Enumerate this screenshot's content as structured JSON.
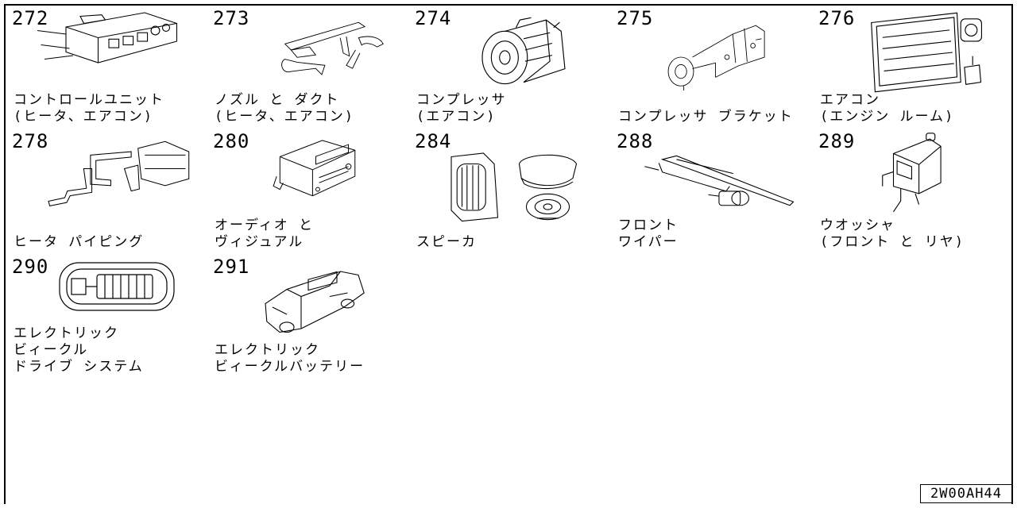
{
  "cells": [
    {
      "num": "272",
      "lines": [
        "コントロールユニット",
        "(ヒータ、エアコン)"
      ],
      "icon": "control-unit-icon"
    },
    {
      "num": "273",
      "lines": [
        "ノズル と ダクト",
        "(ヒータ、エアコン)"
      ],
      "icon": "nozzle-duct-icon"
    },
    {
      "num": "274",
      "lines": [
        "コンプレッサ",
        "(エアコン)"
      ],
      "icon": "compressor-icon"
    },
    {
      "num": "275",
      "lines": [
        "コンプレッサ ブラケット"
      ],
      "icon": "compressor-bracket-icon"
    },
    {
      "num": "276",
      "lines": [
        "エアコン",
        "(エンジン ルーム)"
      ],
      "icon": "condenser-icon"
    },
    {
      "num": "278",
      "lines": [
        "ヒータ パイピング"
      ],
      "icon": "heater-piping-icon"
    },
    {
      "num": "280",
      "lines": [
        "オーディオ と",
        "ヴィジュアル"
      ],
      "icon": "audio-unit-icon"
    },
    {
      "num": "284",
      "lines": [
        "スピーカ"
      ],
      "icon": "speaker-icon"
    },
    {
      "num": "288",
      "lines": [
        "フロント",
        "ワイパー"
      ],
      "icon": "wiper-icon"
    },
    {
      "num": "289",
      "lines": [
        "ウオッシャ",
        "(フロント と リヤ)"
      ],
      "icon": "washer-tank-icon"
    },
    {
      "num": "290",
      "lines": [
        "エレクトリック",
        "ビィークル",
        "ドライブ システム"
      ],
      "icon": "ev-drive-system-icon"
    },
    {
      "num": "291",
      "lines": [
        "エレクトリック",
        "ビィークルバッテリー"
      ],
      "icon": "ev-battery-car-icon"
    }
  ],
  "drawing_code": "2W00AH44"
}
